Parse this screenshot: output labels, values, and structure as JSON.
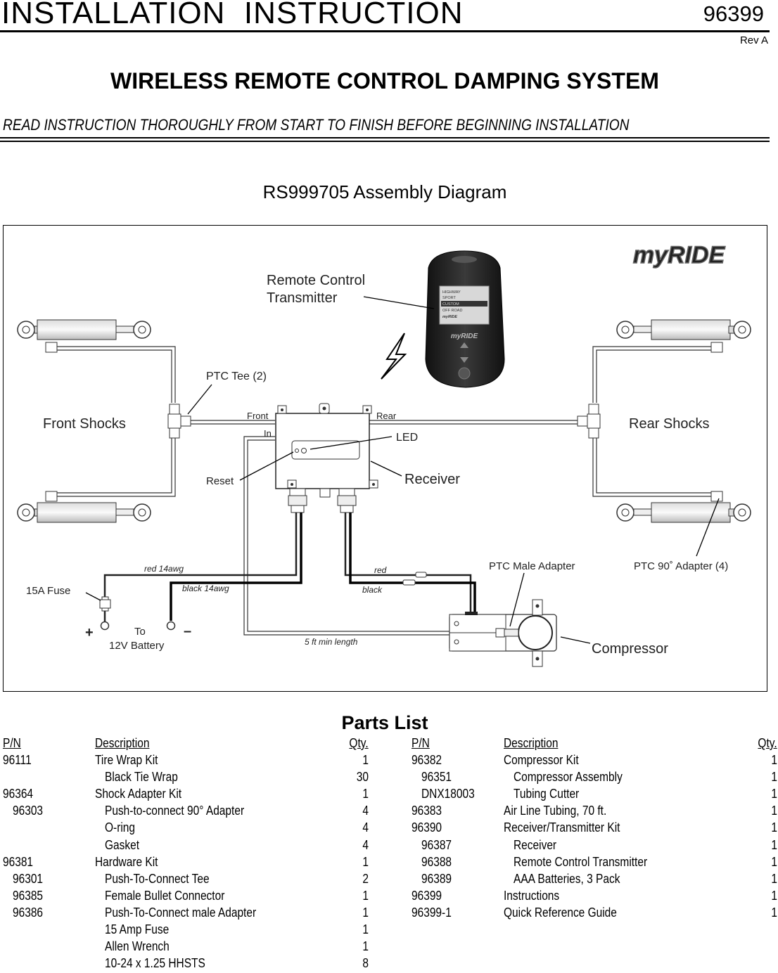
{
  "header": {
    "title": "INSTALLATION  INSTRUCTION",
    "doc_number": "96399",
    "revision": "Rev A"
  },
  "subtitle": "WIRELESS REMOTE CONTROL DAMPING SYSTEM",
  "warning": "READ INSTRUCTION THOROUGHLY FROM START TO FINISH BEFORE BEGINNING INSTALLATION",
  "diagram": {
    "title": "RS999705 Assembly Diagram",
    "logo": "myRIDE",
    "labels": {
      "remote": "Remote Control",
      "transmitter": "Transmitter",
      "ptc_tee": "PTC Tee (2)",
      "front_shocks": "Front Shocks",
      "rear_shocks": "Rear Shocks",
      "front": "Front",
      "rear": "Rear",
      "in": "In",
      "led": "LED",
      "reset": "Reset",
      "receiver": "Receiver",
      "red_14awg": "red 14awg",
      "black_14awg": "black 14awg",
      "red": "red",
      "black": "black",
      "fuse": "15A Fuse",
      "plus": "+",
      "minus": "–",
      "to": "To",
      "battery": "12V Battery",
      "min_length": "5 ft min length",
      "ptc_male": "PTC Male Adapter",
      "ptc_90": "PTC 90˚ Adapter (4)",
      "compressor": "Compressor"
    },
    "remote_screen": [
      "HIGHWAY",
      "SPORT",
      "CUSTOM",
      "OFF ROAD",
      "myRIDE"
    ]
  },
  "parts": {
    "title": "Parts List",
    "headers": {
      "pn": "P/N",
      "desc": "Description",
      "qty": "Qty."
    },
    "left": [
      {
        "pn": "96111",
        "desc": "Tire Wrap Kit",
        "qty": "1",
        "sub": false
      },
      {
        "pn": "",
        "desc": "Black Tie Wrap",
        "qty": "30",
        "sub": true
      },
      {
        "pn": "96364",
        "desc": "Shock Adapter Kit",
        "qty": "1",
        "sub": false
      },
      {
        "pn": "96303",
        "desc": "Push-to-connect 90° Adapter",
        "qty": "4",
        "sub": true
      },
      {
        "pn": "",
        "desc": "O-ring",
        "qty": "4",
        "sub": true
      },
      {
        "pn": "",
        "desc": "Gasket",
        "qty": "4",
        "sub": true
      },
      {
        "pn": "96381",
        "desc": "Hardware Kit",
        "qty": "1",
        "sub": false
      },
      {
        "pn": "96301",
        "desc": "Push-To-Connect Tee",
        "qty": "2",
        "sub": true
      },
      {
        "pn": "96385",
        "desc": "Female Bullet Connector",
        "qty": "1",
        "sub": true
      },
      {
        "pn": "96386",
        "desc": "Push-To-Connect  male Adapter",
        "qty": "1",
        "sub": true
      },
      {
        "pn": "",
        "desc": "15 Amp Fuse",
        "qty": "1",
        "sub": true
      },
      {
        "pn": "",
        "desc": "Allen Wrench",
        "qty": "1",
        "sub": true
      },
      {
        "pn": "",
        "desc": "10-24 x 1.25 HHSTS",
        "qty": "8",
        "sub": true
      }
    ],
    "right": [
      {
        "pn": "96382",
        "desc": "Compressor  Kit",
        "qty": "1",
        "sub": false
      },
      {
        "pn": "96351",
        "desc": "Compressor Assembly",
        "qty": "1",
        "sub": true
      },
      {
        "pn": "DNX18003",
        "desc": "Tubing Cutter",
        "qty": "1",
        "sub": true
      },
      {
        "pn": "96383",
        "desc": "Air Line Tubing, 70 ft.",
        "qty": "1",
        "sub": false
      },
      {
        "pn": "96390",
        "desc": "Receiver/Transmitter Kit",
        "qty": "1",
        "sub": false
      },
      {
        "pn": "96387",
        "desc": "Receiver",
        "qty": "1",
        "sub": true
      },
      {
        "pn": "96388",
        "desc": "Remote Control Transmitter",
        "qty": "1",
        "sub": true
      },
      {
        "pn": "96389",
        "desc": "AAA Batteries, 3 Pack",
        "qty": "1",
        "sub": true
      },
      {
        "pn": "96399",
        "desc": "Instructions",
        "qty": "1",
        "sub": false
      },
      {
        "pn": "96399-1",
        "desc": "Quick Reference Guide",
        "qty": "1",
        "sub": false
      }
    ]
  }
}
